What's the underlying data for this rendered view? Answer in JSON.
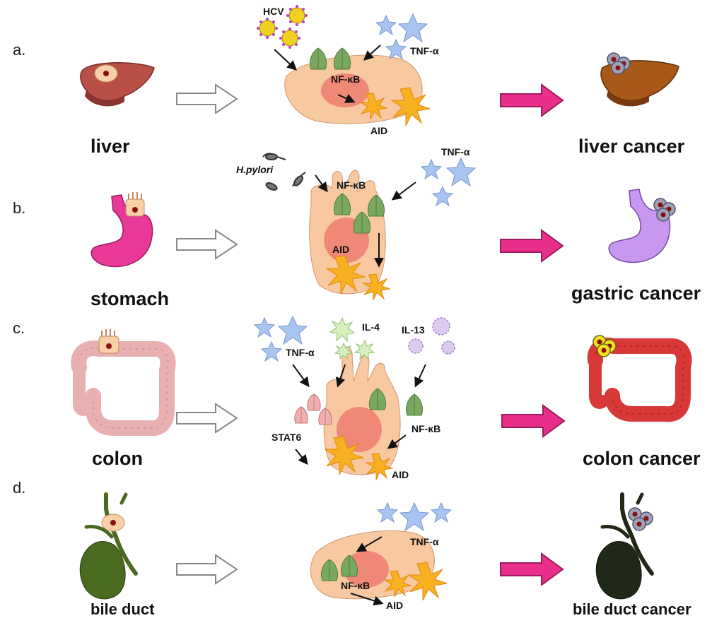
{
  "rows": [
    {
      "letter": "a.",
      "organ": "liver",
      "cancer": "liver cancer",
      "labels": {
        "pathogen": "HCV",
        "cytokine": "TNF-α",
        "nfkb": "NF-κB",
        "aid": "AID"
      }
    },
    {
      "letter": "b.",
      "organ": "stomach",
      "cancer": "gastric cancer",
      "labels": {
        "pathogen": "H.pylori",
        "cytokine": "TNF-α",
        "nfkb": "NF-κB",
        "aid": "AID"
      }
    },
    {
      "letter": "c.",
      "organ": "colon",
      "cancer": "colon cancer",
      "labels": {
        "cytokine": "TNF-α",
        "il4": "IL-4",
        "il13": "IL-13",
        "stat6": "STAT6",
        "nfkb": "NF-κB",
        "aid": "AID"
      }
    },
    {
      "letter": "d.",
      "organ": "bile duct",
      "cancer": "bile duct cancer",
      "labels": {
        "cytokine": "TNF-α",
        "nfkb": "NF-κB",
        "aid": "AID"
      }
    }
  ],
  "colors": {
    "cell": "#f8c8a0",
    "nucleus": "#f08878",
    "nfkb_triangle": "#7aa860",
    "stat6_triangle": "#f0b0b0",
    "aid_burst": "#f8b020",
    "tnf_star": "#a8c4f0",
    "pink_arrow": "#e8308a",
    "liver": "#b85048",
    "stomach": "#e83898",
    "colon": "#e8b0b0",
    "bile_duct": "#4a6a20",
    "liver_cancer": "#a85818",
    "gastric_cancer": "#c898f0",
    "colon_cancer": "#d83838",
    "bile_duct_cancer": "#202818"
  }
}
